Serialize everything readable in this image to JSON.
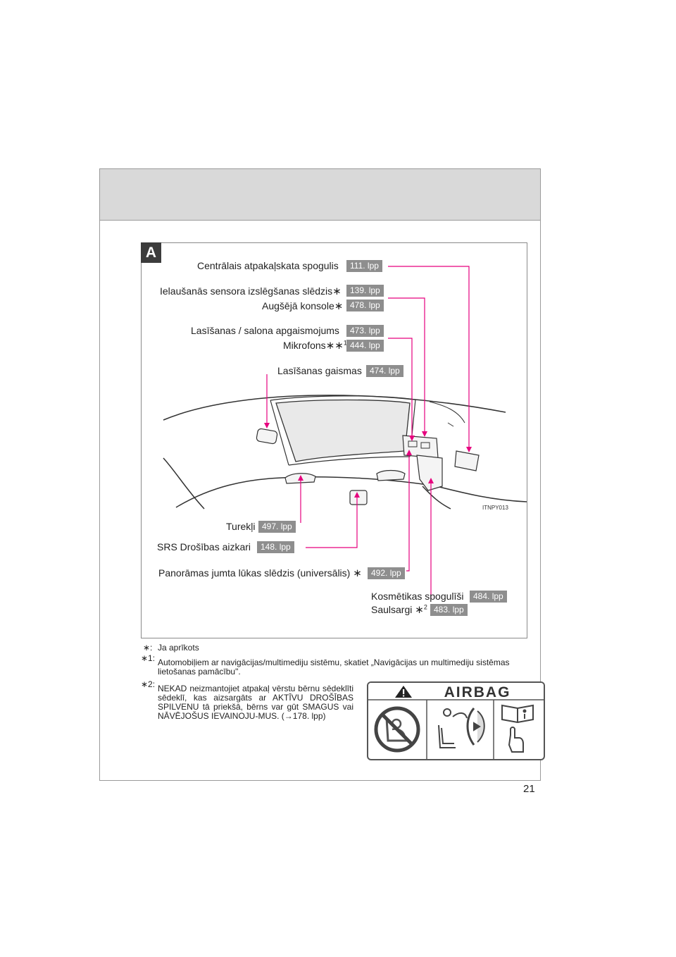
{
  "section_badge": "A",
  "labels": {
    "rear_mirror": "Centrālais atpakaļskata spogulis",
    "intrusion_sensor": "Ielaušanās sensora izslēgšanas slēdzis",
    "overhead_console": "Augšējā konsole",
    "reading_lights": "Lasīšanas / salona apgaismojums",
    "microphone": "Mikrofons",
    "reading_lamp": "Lasīšanas gaismas",
    "grab_handles": "Turekļi",
    "srs_curtain": "SRS Drošības aizkari",
    "moonroof_switch": "Panorāmas jumta lūkas slēdzis (universālis)",
    "vanity_mirrors": "Kosmētikas spogulīši",
    "sun_visors": "Saulsargi"
  },
  "marks": {
    "star": "∗",
    "sup1": "1",
    "sup2": "2"
  },
  "pages": {
    "rear_mirror": "111. lpp",
    "intrusion_sensor": "139. lpp",
    "overhead_console": "478. lpp",
    "reading_lights": "473. lpp",
    "microphone": "444. lpp",
    "reading_lamp": "474. lpp",
    "grab_handles": "497. lpp",
    "srs_curtain": "148. lpp",
    "moonroof_switch": "492. lpp",
    "vanity_mirrors": "484. lpp",
    "sun_visors": "483. lpp"
  },
  "image_code": "ITNPY013",
  "footnotes": {
    "star_mark": "∗:",
    "star_text": "Ja aprīkots",
    "one_mark": "∗1:",
    "one_text": "Automobiļiem ar navigācijas/multimediju sistēmu, skatiet „Navigācijas un multimediju sistēmas lietošanas pamācību\".",
    "two_mark": "∗2:",
    "two_text": "NEKAD neizmantojiet atpakaļ vērstu bērnu sēdeklīti sēdeklī, kas aizsargāts ar AKTĪVU DROŠĪBAS SPILVENU tā priekšā, bērns var gūt SMAGUS vai NĀVĒJOŠUS IEVAINOJU-MUS. (→178. lpp)"
  },
  "airbag_title": "AIRBAG",
  "page_number": "21",
  "colors": {
    "leader_line": "#e6007e",
    "page_badge": "#8e8e8e",
    "header_band": "#d9d9d9",
    "badge_dark": "#3c3c3c"
  }
}
